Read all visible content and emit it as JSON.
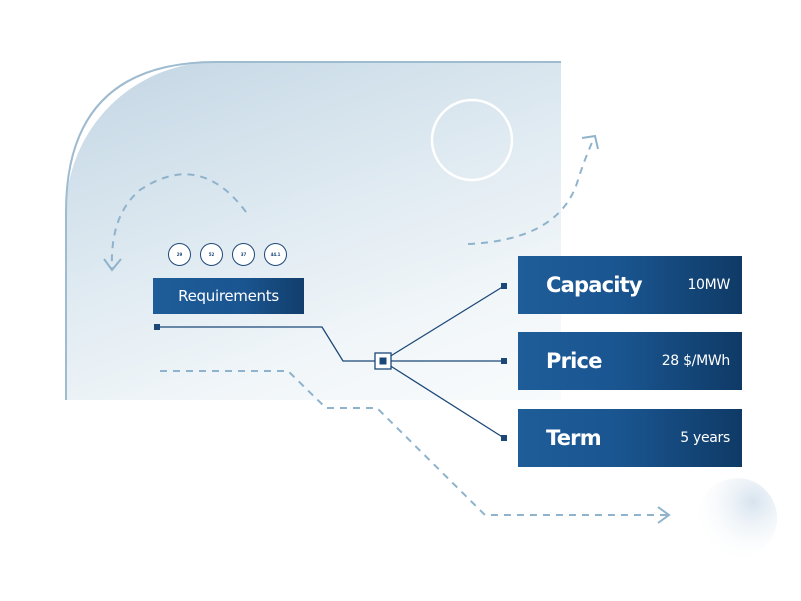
{
  "requirements": {
    "label": "Requirements",
    "bubbles": [
      "29",
      "52",
      "37",
      "44.1"
    ]
  },
  "cards": [
    {
      "label": "Capacity",
      "value": "10MW"
    },
    {
      "label": "Price",
      "value": "28 $/MWh"
    },
    {
      "label": "Term",
      "value": "5 years"
    }
  ],
  "colors": {
    "navy": "#1a5590",
    "navy_dark": "#0f3a66",
    "connector": "#1c4878",
    "dashed": "#8fb3cc",
    "background_shape": "#c3d6e4"
  }
}
